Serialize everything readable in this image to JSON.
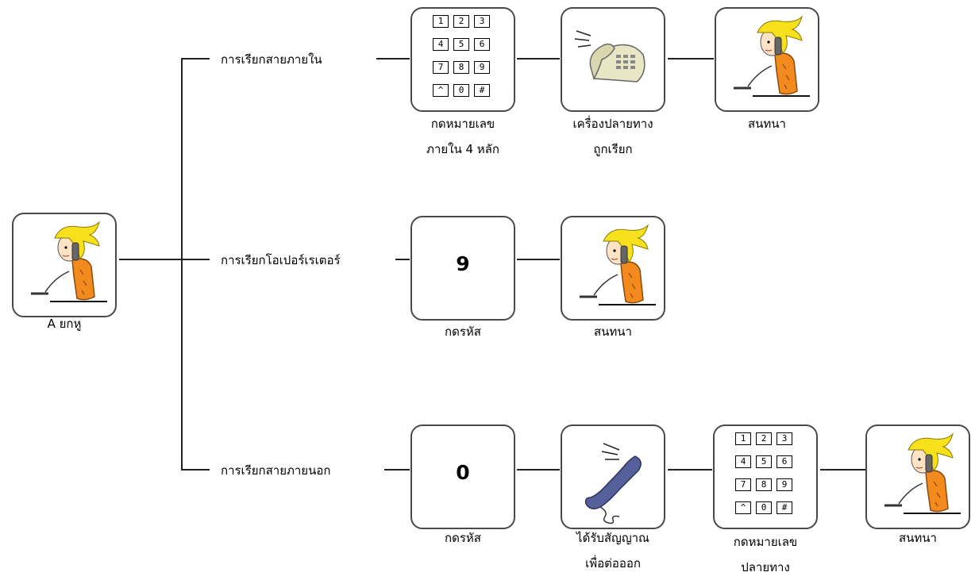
{
  "start": {
    "caption": "A ยกหู"
  },
  "branches": [
    {
      "label": "การเรียกสายภายใน",
      "steps": [
        {
          "type": "keypad",
          "caption_lines": [
            "กดหมายเลข",
            "ภายใน 4 หลัก"
          ]
        },
        {
          "type": "desk-phone",
          "caption_lines": [
            "เครื่องปลายทาง",
            "ถูกเรียก"
          ]
        },
        {
          "type": "person",
          "caption_lines": [
            "สนทนา"
          ]
        }
      ]
    },
    {
      "label": "การเรียกโอเปอร์เรเตอร์",
      "steps": [
        {
          "type": "digit",
          "digit": "9",
          "caption_lines": [
            "กดรหัส"
          ]
        },
        {
          "type": "person",
          "caption_lines": [
            "สนทนา"
          ]
        }
      ]
    },
    {
      "label": "การเรียกสายภายนอก",
      "steps": [
        {
          "type": "digit",
          "digit": "0",
          "caption_lines": [
            "กดรหัส"
          ]
        },
        {
          "type": "handset",
          "caption_lines": [
            "ได้รับสัญญาณ",
            "เพื่อต่อออก"
          ]
        },
        {
          "type": "keypad",
          "caption_lines": [
            "กดหมายเลข",
            "ปลายทาง"
          ]
        },
        {
          "type": "person",
          "caption_lines": [
            "สนทนา"
          ]
        }
      ]
    }
  ],
  "keypad_keys": [
    "1",
    "2",
    "3",
    "4",
    "5",
    "6",
    "7",
    "8",
    "9",
    "*",
    "0",
    "#"
  ]
}
